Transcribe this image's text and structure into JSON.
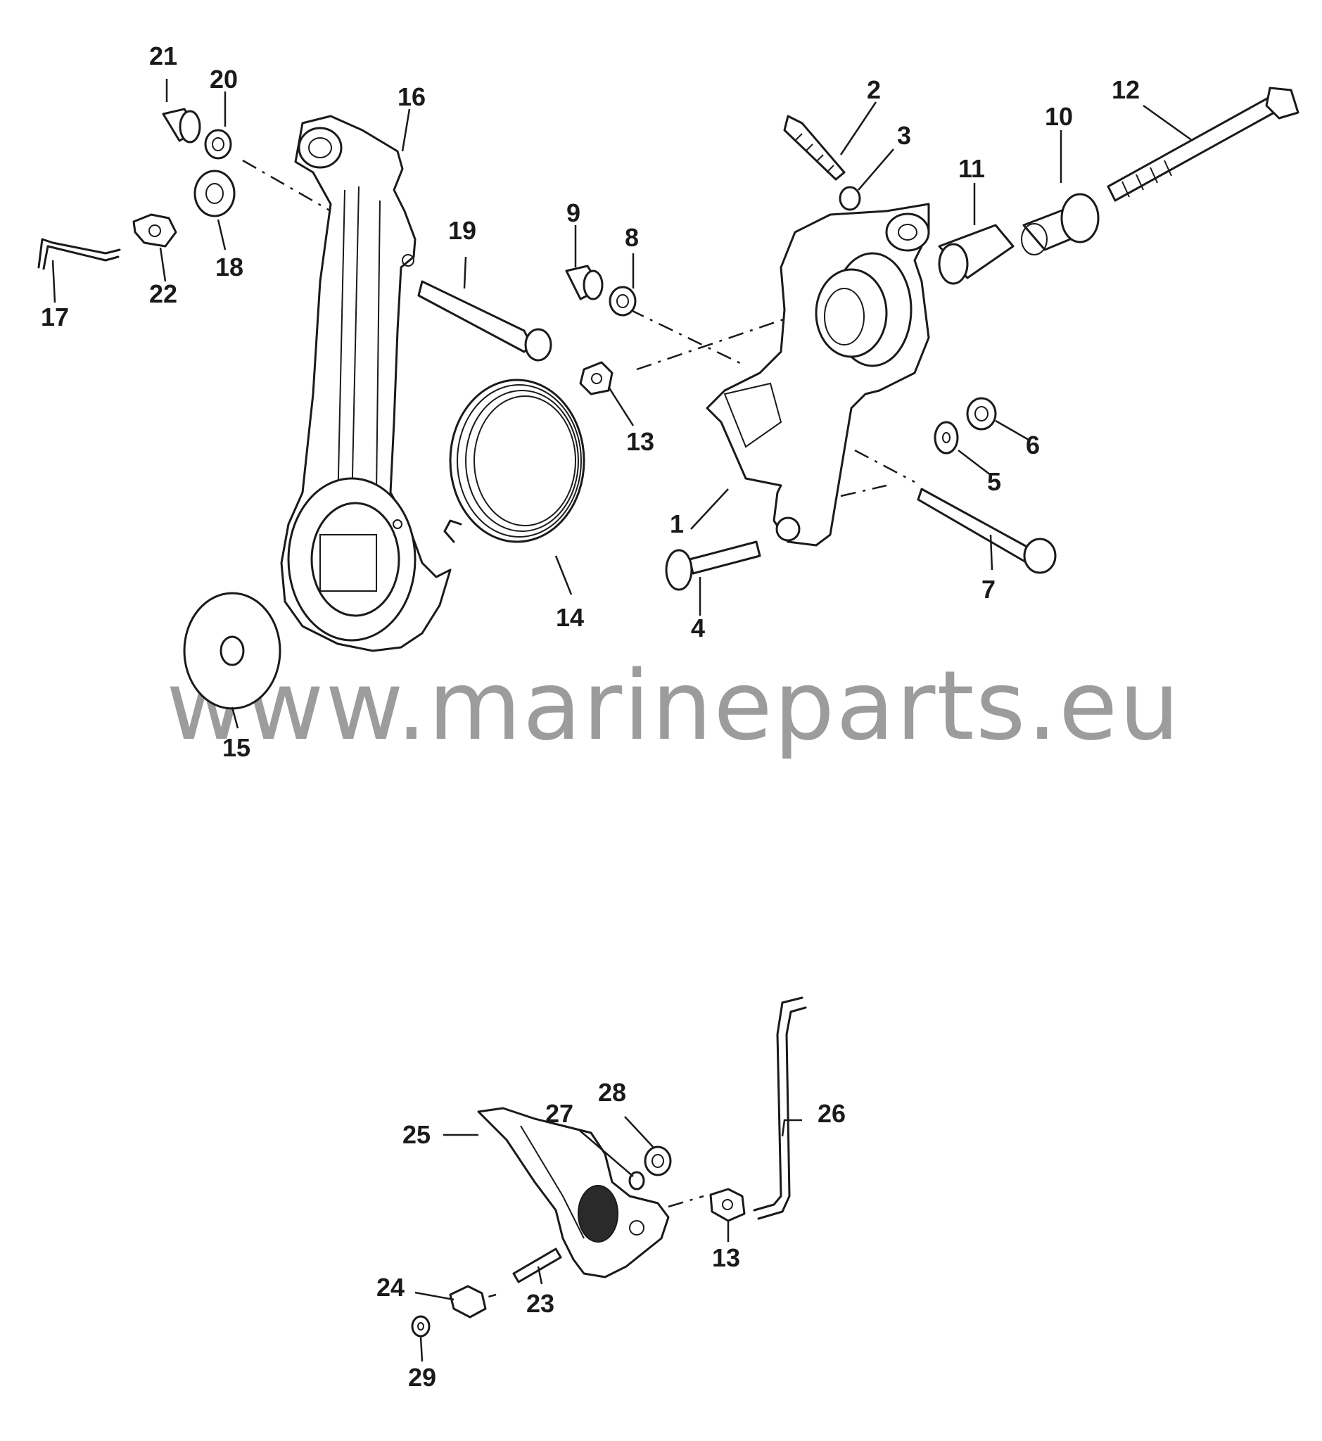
{
  "watermark": {
    "text": "www.marineparts.eu"
  },
  "callouts": {
    "c1": "1",
    "c2": "2",
    "c3": "3",
    "c4": "4",
    "c5": "5",
    "c6": "6",
    "c7": "7",
    "c8": "8",
    "c9": "9",
    "c10": "10",
    "c11": "11",
    "c12": "12",
    "c13a": "13",
    "c14": "14",
    "c15": "15",
    "c16": "16",
    "c17": "17",
    "c18": "18",
    "c19": "19",
    "c20": "20",
    "c21": "21",
    "c22": "22",
    "c23": "23",
    "c24": "24",
    "c25": "25",
    "c26": "26",
    "c27": "27",
    "c28": "28",
    "c29": "29",
    "c13b": "13"
  }
}
